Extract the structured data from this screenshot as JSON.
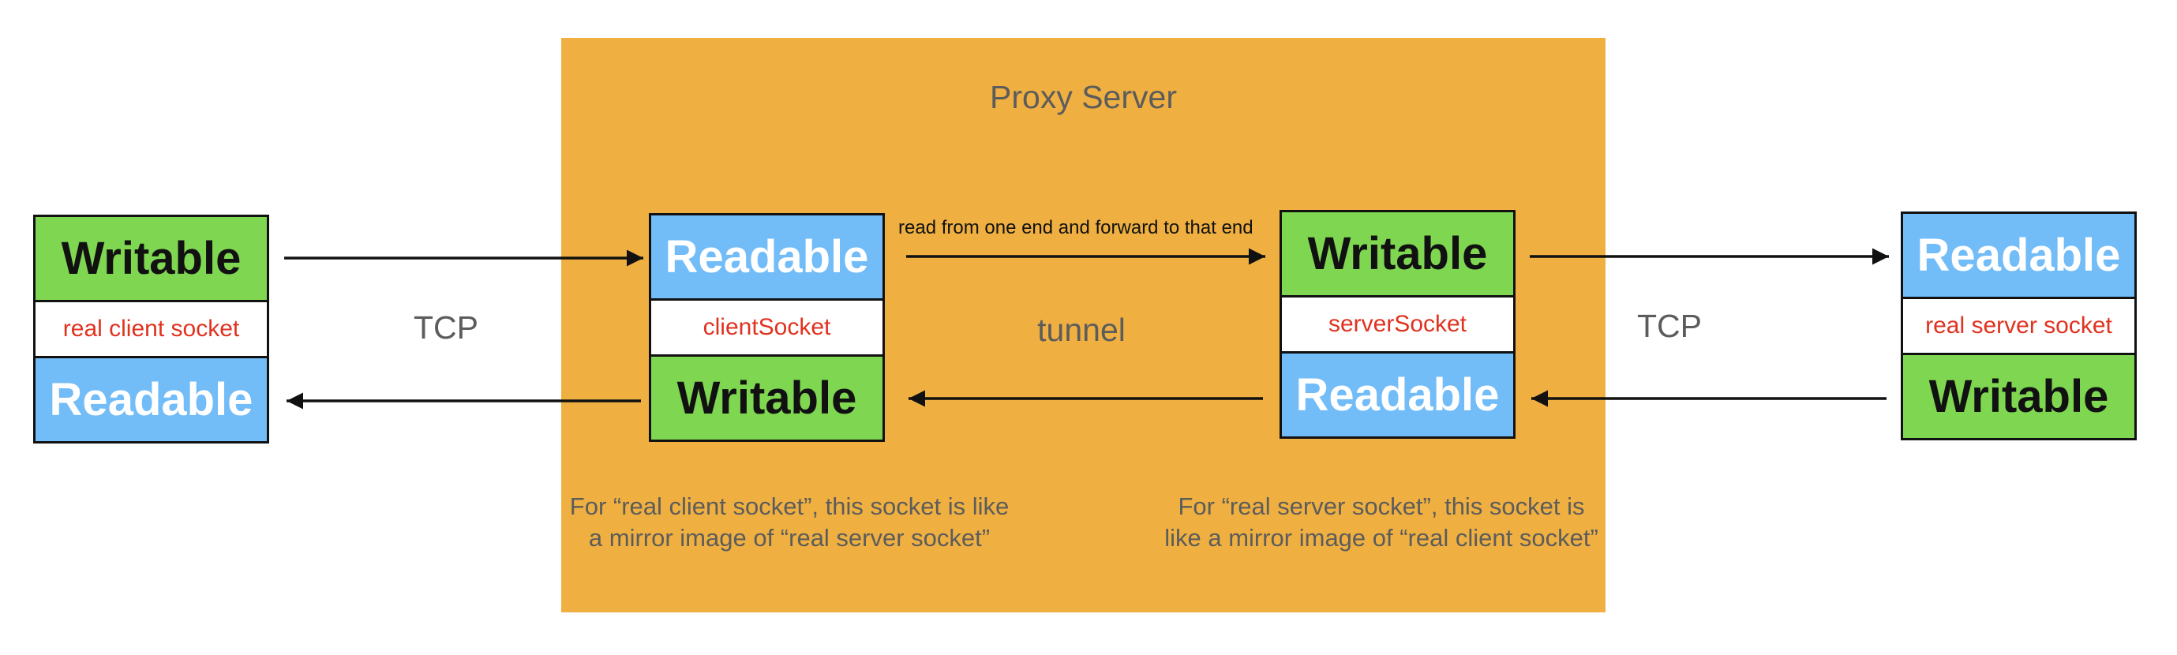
{
  "proxy": {
    "title": "Proxy Server",
    "tunnel_label": "tunnel",
    "forward_label": "read from one end and forward to that end",
    "notes": {
      "client_side": "For “real client socket”, this socket is like a mirror image of “real server socket”",
      "server_side": "For “real server socket”, this socket is like a mirror image of “real client socket”"
    }
  },
  "links": {
    "left_tcp": "TCP",
    "right_tcp": "TCP"
  },
  "sockets": {
    "real_client": {
      "top": "Writable",
      "name": "real client socket",
      "bottom": "Readable"
    },
    "client_socket": {
      "top": "Readable",
      "name": "clientSocket",
      "bottom": "Writable"
    },
    "server_socket": {
      "top": "Writable",
      "name": "serverSocket",
      "bottom": "Readable"
    },
    "real_server": {
      "top": "Readable",
      "name": "real server socket",
      "bottom": "Writable"
    }
  },
  "colors": {
    "proxy_background": "#efb041",
    "writable": "#7fd651",
    "readable": "#72bcf8",
    "socket_name_text": "#e0321f",
    "label_text": "#5c5c5c"
  }
}
